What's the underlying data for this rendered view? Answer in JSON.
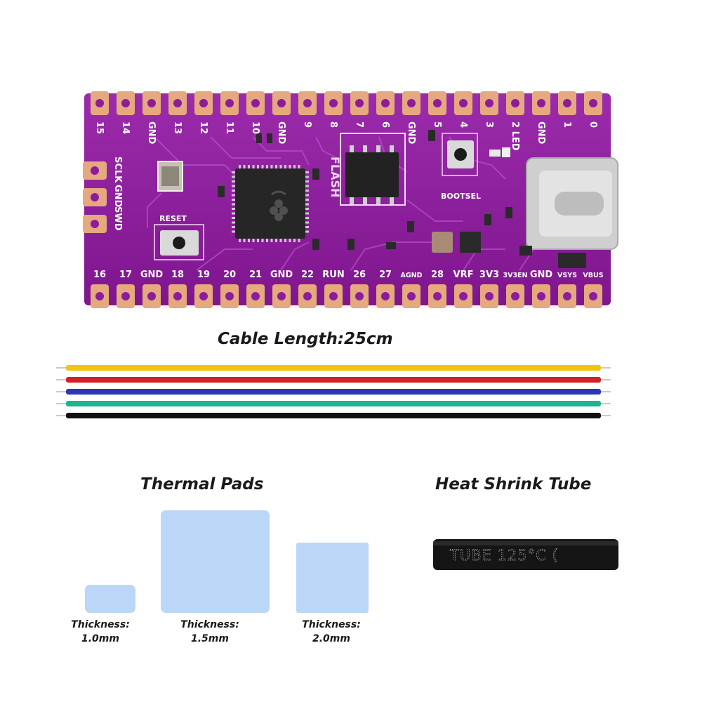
{
  "board": {
    "top_pins": [
      "15",
      "14",
      "GND",
      "13",
      "12",
      "11",
      "10",
      "GND",
      "9",
      "8",
      "7",
      "6",
      "GND",
      "5",
      "4",
      "3",
      "2 LED",
      "GND",
      "1",
      "0"
    ],
    "bottom_pins": [
      "16",
      "17",
      "GND",
      "18",
      "19",
      "20",
      "21",
      "GND",
      "22",
      "RUN",
      "26",
      "27",
      "AGND",
      "28",
      "VRF",
      "3V3",
      "3V3EN",
      "GND",
      "VSYS",
      "VBUS"
    ],
    "side_labels": [
      "SCLK",
      "GND",
      "SWD"
    ],
    "flash_label": "FLASH",
    "reset_label": "RESET",
    "bootsel_label": "BOOTSEL",
    "colors": {
      "pcb": "#8d1c9c",
      "pad": "#e6a97f",
      "chip": "#222222"
    }
  },
  "cable": {
    "title": "Cable Length:25cm",
    "wire_colors": [
      "#f1c40f",
      "#d0202a",
      "#2b36b8",
      "#1bb58f",
      "#111111"
    ]
  },
  "thermal": {
    "title": "Thermal Pads",
    "pad_color": "#bcd6f8",
    "pads": [
      {
        "thickness_label": "Thickness:",
        "value": "1.0mm"
      },
      {
        "thickness_label": "Thickness:",
        "value": "1.5mm"
      },
      {
        "thickness_label": "Thickness:",
        "value": "2.0mm"
      }
    ]
  },
  "heat_shrink": {
    "title": "Heat Shrink Tube",
    "print_text": "TUBE 125°C (",
    "tube_color": "#151515"
  }
}
